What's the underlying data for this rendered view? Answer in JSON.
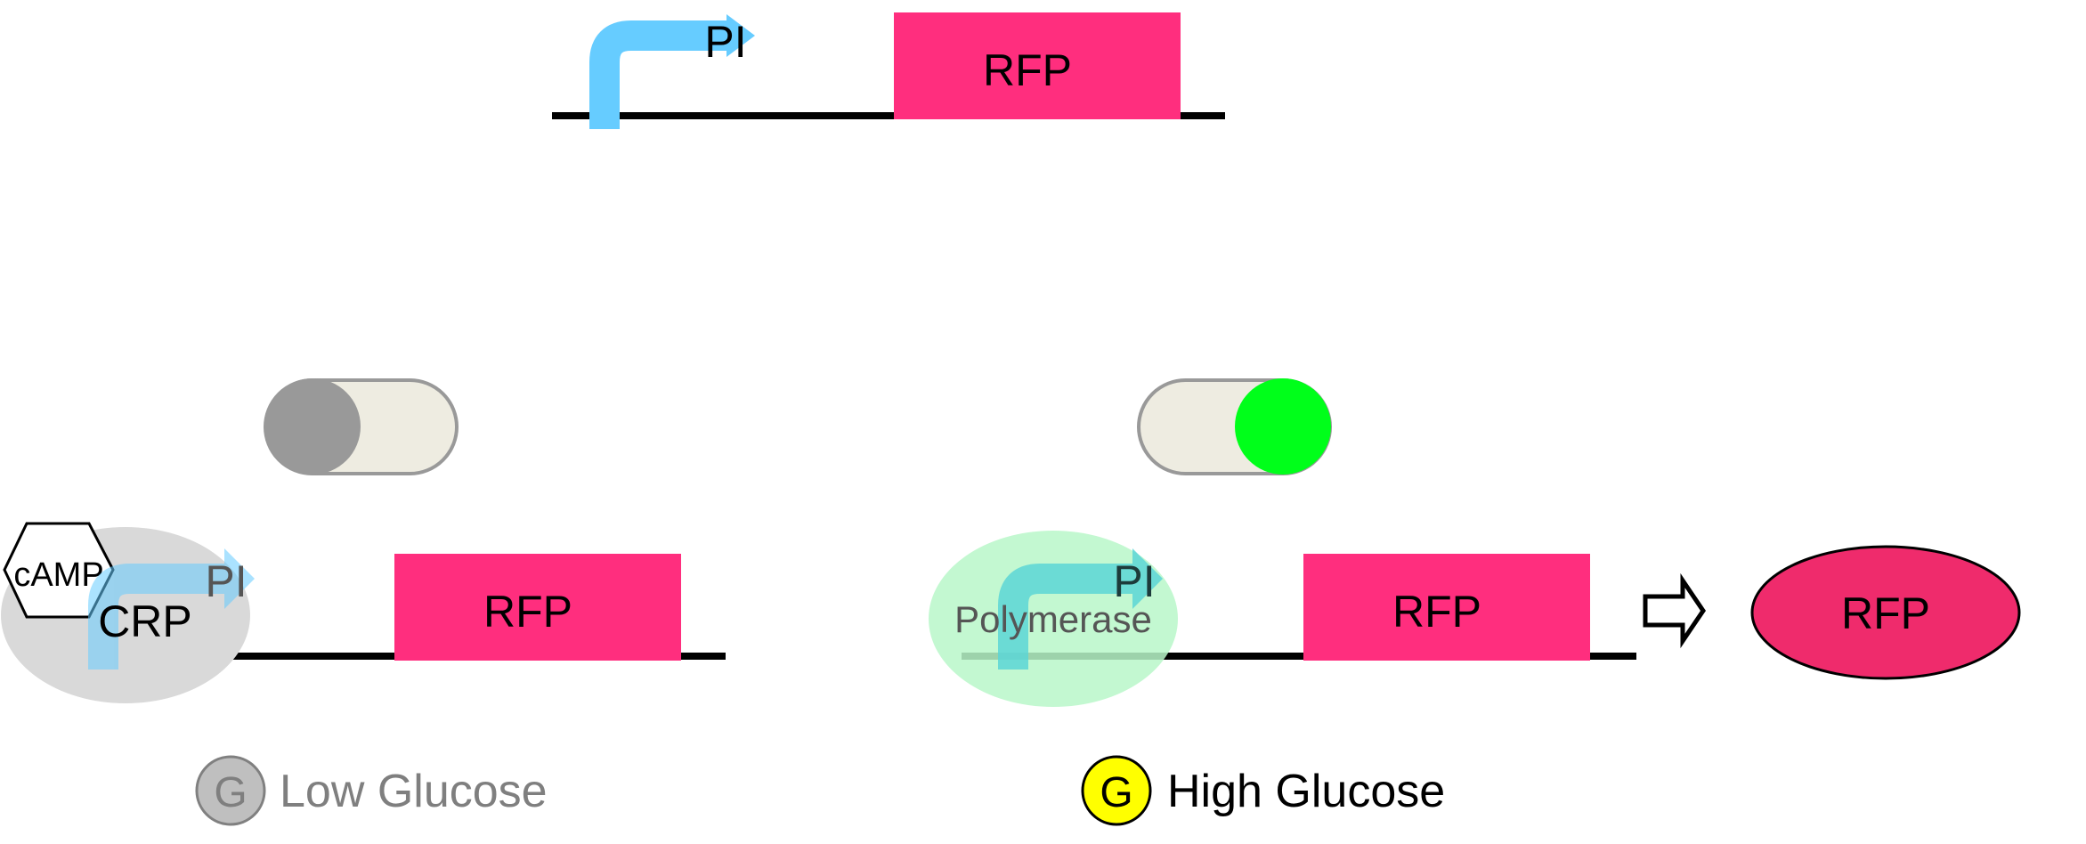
{
  "top_construct": {
    "promoter_label": "PI",
    "gene_label": "RFP"
  },
  "low_glucose_panel": {
    "switch_state": "off",
    "camp_label": "cAMP",
    "crp_label": "CRP",
    "promoter_label": "PI",
    "gene_label": "RFP",
    "glucose_symbol": "G",
    "condition_label": "Low Glucose"
  },
  "high_glucose_panel": {
    "switch_state": "on",
    "polymerase_label": "Polymerase",
    "promoter_label": "PI",
    "gene_label": "RFP",
    "product_label": "RFP",
    "glucose_symbol": "G",
    "condition_label": "High Glucose"
  },
  "colors": {
    "promoter": "#66ccff",
    "gene": "#ff2e7e",
    "product": "#ef2b6c",
    "dna": "#000000",
    "switch_off_knob": "#999999",
    "switch_on_knob": "#00ff1a",
    "switch_track": "#eeece1",
    "crp_blob": "#d8d8d8",
    "polymerase_blob": "#b9f7c9",
    "glucose_high": "#ffff00",
    "glucose_low": "#bfbfbf"
  }
}
